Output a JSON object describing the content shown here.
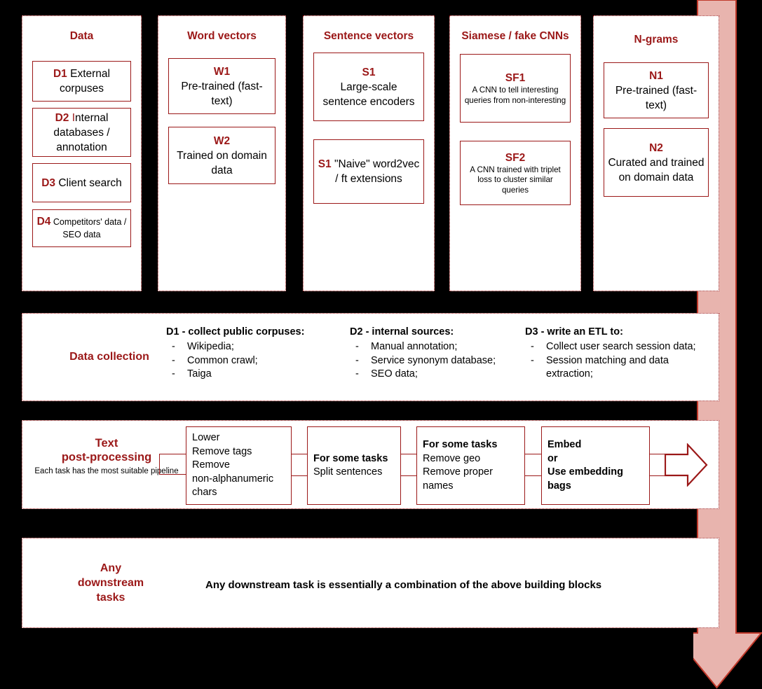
{
  "colors": {
    "accent": "#9b1818",
    "panel_bg": "#ffffff",
    "background": "#000000",
    "arrow_fill": "#e8b4ae",
    "arrow_stroke": "#c0392b"
  },
  "columns": [
    {
      "title": "Data",
      "cards": [
        {
          "code": "D1",
          "text": "External corpuses",
          "size": "lg",
          "inline": true
        },
        {
          "code": "D2",
          "text": "Internal databases / annotation",
          "size": "lg",
          "inline": true
        },
        {
          "code": "D3",
          "text": "Client search",
          "size": "lg",
          "inline": true
        },
        {
          "code": "D4",
          "text": "Competitors' data / SEO data",
          "size": "sm-inline",
          "inline": true
        }
      ]
    },
    {
      "title": "Word vectors",
      "cards": [
        {
          "code": "W1",
          "text": "Pre-trained (fast-text)",
          "size": "lg",
          "inline": false
        },
        {
          "code": "W2",
          "text": "Trained on domain data",
          "size": "lg",
          "inline": false
        }
      ]
    },
    {
      "title": "Sentence vectors",
      "cards": [
        {
          "code": "S1",
          "text": "Large-scale sentence encoders",
          "size": "lg",
          "inline": false
        },
        {
          "code": "S1",
          "text": "\"Naive\" word2vec / ft extensions",
          "size": "lg",
          "inline": true
        }
      ]
    },
    {
      "title": "Siamese / fake CNNs",
      "cards": [
        {
          "code": "SF1",
          "text": "A CNN to tell interesting queries from non-interesting",
          "size": "sm",
          "inline": false
        },
        {
          "code": "SF2",
          "text": "A CNN trained with triplet loss to cluster similar queries",
          "size": "sm",
          "inline": false
        }
      ]
    },
    {
      "title": "N-grams",
      "cards": [
        {
          "code": "N1",
          "text": "Pre-trained (fast-text)",
          "size": "lg",
          "inline": false
        },
        {
          "code": "N2",
          "text": "Curated and trained on domain data",
          "size": "lg",
          "inline": false
        }
      ]
    }
  ],
  "data_collection": {
    "label": "Data collection",
    "groups": [
      {
        "heading": "D1 - collect public corpuses:",
        "items": [
          "Wikipedia;",
          "Common crawl;",
          "Taiga"
        ]
      },
      {
        "heading": "D2 - internal sources:",
        "items": [
          "Manual annotation;",
          "Service synonym database;",
          "SEO data;"
        ]
      },
      {
        "heading": "D3 - write an ETL to:",
        "items": [
          "Collect user search session data;",
          "Session matching and data extraction;"
        ]
      }
    ]
  },
  "post_processing": {
    "label_line1": "Text",
    "label_line2": "post-processing",
    "sublabel": "Each task has the most suitable pipeline",
    "steps": [
      {
        "bold": "",
        "lines": [
          "Lower",
          "Remove tags",
          "Remove",
          "non-alphanumeric",
          "chars"
        ]
      },
      {
        "bold": "For some tasks",
        "lines": [
          "Split sentences"
        ]
      },
      {
        "bold": "For some tasks",
        "lines": [
          "Remove geo",
          "Remove proper",
          "names"
        ]
      },
      {
        "bold": "",
        "lines": [
          "Embed",
          "or",
          "Use embedding",
          "bags"
        ],
        "bold_lines": [
          "Embed",
          "or",
          "Use embedding",
          "bags"
        ]
      }
    ]
  },
  "downstream": {
    "label_line1": "Any",
    "label_line2": "downstream",
    "label_line3": "tasks",
    "text": "Any downstream task is essentially a combination of the above building blocks"
  },
  "icons": {
    "flow_arrow_right": "right-arrow-icon",
    "flow_arrow_down": "down-arrow-icon"
  }
}
